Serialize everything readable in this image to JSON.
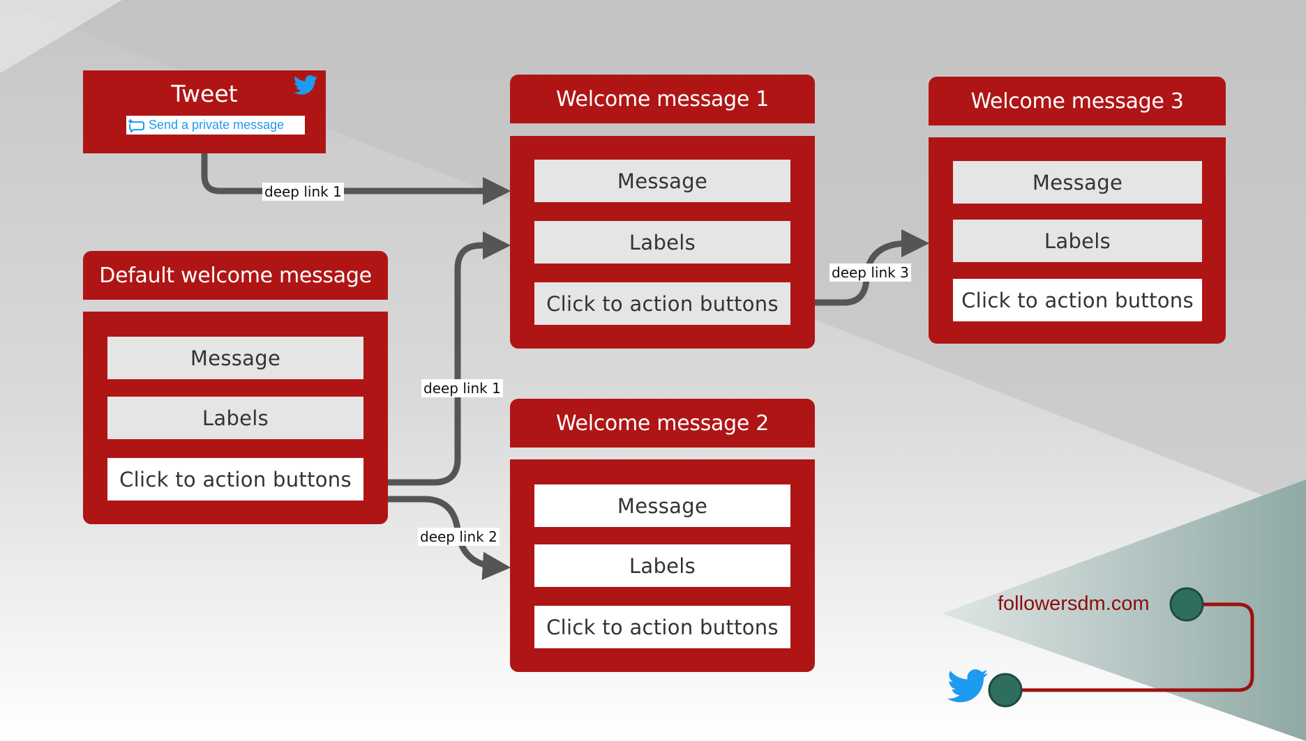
{
  "tweet": {
    "title": "Tweet",
    "button_label": "Send a private message"
  },
  "cards": {
    "default": {
      "title": "Default welcome message",
      "rows": [
        "Message",
        "Labels",
        "Click to action buttons"
      ]
    },
    "wm1": {
      "title": "Welcome message 1",
      "rows": [
        "Message",
        "Labels",
        "Click to action buttons"
      ]
    },
    "wm2": {
      "title": "Welcome message 2",
      "rows": [
        "Message",
        "Labels",
        "Click to action buttons"
      ]
    },
    "wm3": {
      "title": "Welcome message 3",
      "rows": [
        "Message",
        "Labels",
        "Click to action buttons"
      ]
    }
  },
  "links": {
    "tweet_to_wm1": "deep link 1",
    "default_to_wm1": "deep link 1",
    "default_to_wm2": "deep link 2",
    "wm1_to_wm3": "deep link 3"
  },
  "brand": {
    "text": "followersdm.com"
  },
  "colors": {
    "card_red": "#b01515",
    "arrow_grey": "#555555",
    "brand_red": "#8b0d0d",
    "node_green": "#2f6e5e",
    "twitter_blue": "#1d9bf0"
  },
  "icons": [
    "twitter-bird-icon",
    "direct-message-icon"
  ]
}
